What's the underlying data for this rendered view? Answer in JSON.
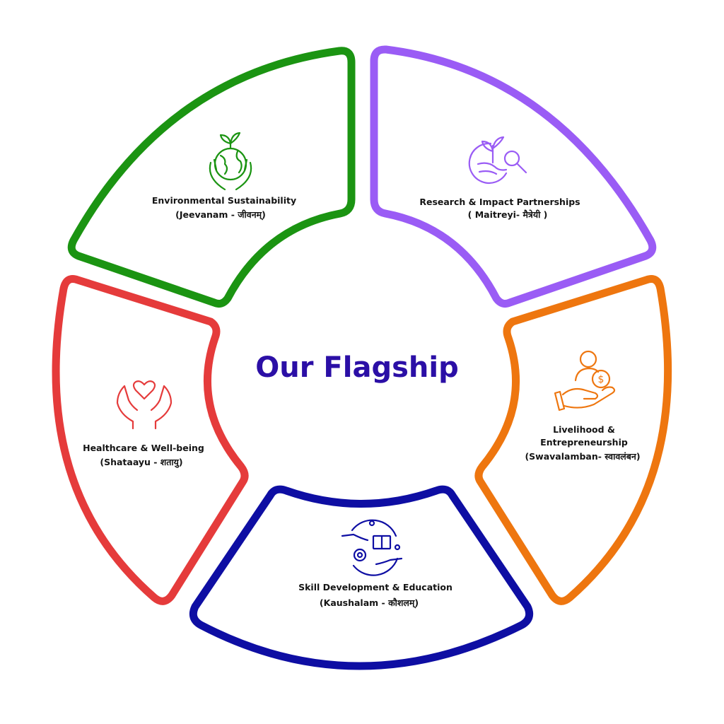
{
  "title": "Our Flagship",
  "colors": {
    "title": "#2b0fa6",
    "green": "#1b9412",
    "purple": "#9a5cf5",
    "orange": "#ee760f",
    "navy": "#0e0ea3",
    "red": "#e53b3b"
  },
  "segments": {
    "environment": {
      "icon": "plant-globe-hands-icon",
      "line1": "Environmental Sustainability",
      "line2": "(Jeevanam - जीवनम्)"
    },
    "research": {
      "icon": "plant-magnifier-icon",
      "line1": "Research & Impact Partnerships",
      "line2": "( Maitreyi- मैत्रेयी )"
    },
    "livelihood": {
      "icon": "person-coin-hand-icon",
      "line1": "Livelihood &",
      "line2": "Entrepreneurship",
      "line3": "(Swavalamban- स्वावलंबन)"
    },
    "skill": {
      "icon": "hands-book-gear-icon",
      "line1": "Skill Development & Education",
      "line2": "(Kaushalam - कौशलम्)"
    },
    "health": {
      "icon": "heart-hands-icon",
      "line1": "Healthcare & Well-being",
      "line2": "(Shataayu - शतायु)"
    }
  }
}
